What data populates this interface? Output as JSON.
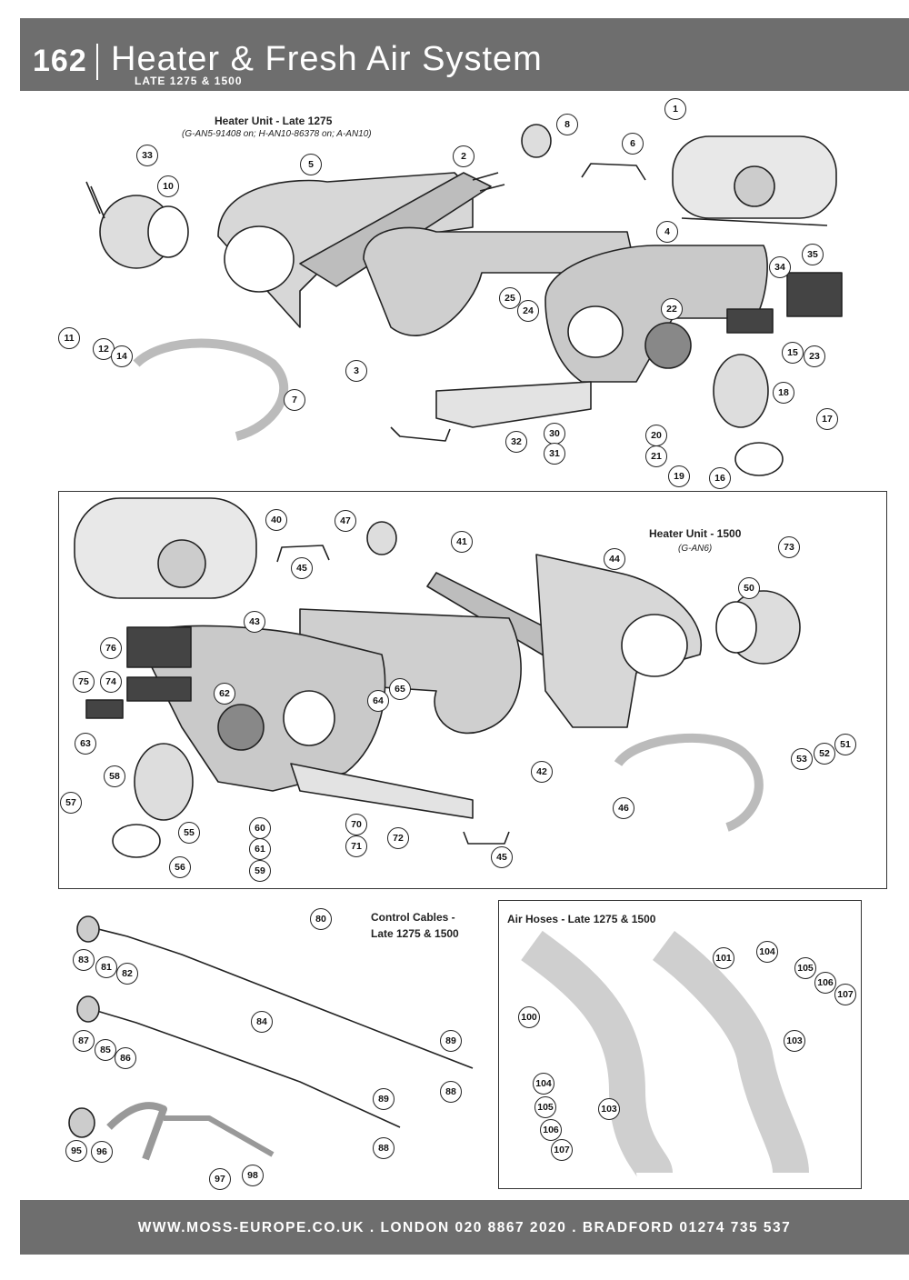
{
  "header": {
    "page_number": "162",
    "title": "Heater & Fresh Air System",
    "subtitle": "LATE 1275 & 1500"
  },
  "sections": {
    "heater_1275": {
      "title": "Heater Unit - Late 1275",
      "subtitle": "(G-AN5-91408 on; H-AN10-86378 on; A-AN10)"
    },
    "heater_1500": {
      "title": "Heater Unit - 1500",
      "subtitle": "(G-AN6)"
    },
    "control_cables": {
      "title_line1": "Control Cables -",
      "title_line2": "Late 1275 & 1500"
    },
    "air_hoses": {
      "title": "Air Hoses - Late 1275 & 1500"
    }
  },
  "callouts": [
    "1",
    "2",
    "3",
    "4",
    "5",
    "6",
    "7",
    "8",
    "10",
    "11",
    "12",
    "14",
    "15",
    "16",
    "17",
    "18",
    "19",
    "20",
    "21",
    "22",
    "23",
    "24",
    "25",
    "30",
    "31",
    "32",
    "33",
    "34",
    "35",
    "40",
    "41",
    "42",
    "43",
    "44",
    "45",
    "46",
    "47",
    "50",
    "51",
    "52",
    "53",
    "55",
    "56",
    "57",
    "58",
    "59",
    "60",
    "61",
    "62",
    "63",
    "64",
    "65",
    "70",
    "71",
    "72",
    "73",
    "74",
    "75",
    "76",
    "80",
    "81",
    "82",
    "83",
    "84",
    "85",
    "86",
    "87",
    "88",
    "89",
    "95",
    "96",
    "97",
    "98",
    "100",
    "101",
    "103",
    "104",
    "105",
    "106",
    "107"
  ],
  "footer": {
    "text": "WWW.MOSS-EUROPE.CO.UK . LONDON 020 8867 2020 . BRADFORD 01274 735 537"
  }
}
